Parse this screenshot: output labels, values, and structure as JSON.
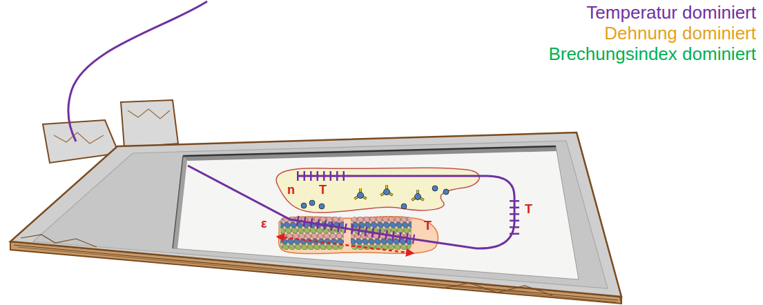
{
  "diagram": {
    "nodes": [
      {
        "text": [
          "n",
          "T"
        ]
      },
      {
        "text": [
          "ε",
          "T"
        ]
      }
    ],
    "labels": [
      "T"
    ],
    "legend": [
      {
        "text": "Temperatur dominiert",
        "color": "#7030a0"
      },
      {
        "text": "Dehnung dominiert",
        "color": "#e3a21a"
      },
      {
        "text": "Brechungsindex dominiert",
        "color": "#00b050"
      }
    ]
  }
}
